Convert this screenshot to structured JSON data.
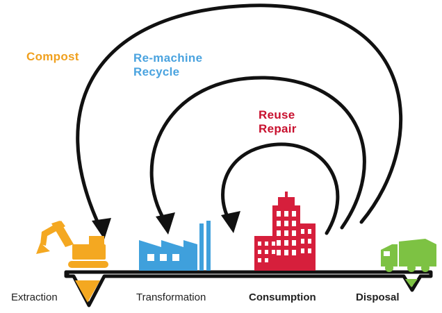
{
  "loops": {
    "compost": {
      "label": "Compost",
      "color": "#f0a01e"
    },
    "remachine": {
      "line1": "Re-machine",
      "line2": "Recycle",
      "color": "#4aa3df"
    },
    "reuse": {
      "line1": "Reuse",
      "line2": "Repair",
      "color": "#c8102e"
    }
  },
  "stages": [
    {
      "key": "extraction",
      "label": "Extraction",
      "weight": "normal"
    },
    {
      "key": "transformation",
      "label": "Transformation",
      "weight": "normal"
    },
    {
      "key": "consumption",
      "label": "Consumption",
      "weight": "bold"
    },
    {
      "key": "disposal",
      "label": "Disposal",
      "weight": "bold"
    }
  ],
  "colors": {
    "arrow": "#111111",
    "excavator": "#f4a821",
    "factory": "#3fa0dc",
    "buildings": "#d61f3c",
    "truck": "#7dc243",
    "pipeline": "#111111"
  },
  "icons": [
    "excavator-icon",
    "factory-icon",
    "city-buildings-icon",
    "garbage-truck-icon"
  ]
}
